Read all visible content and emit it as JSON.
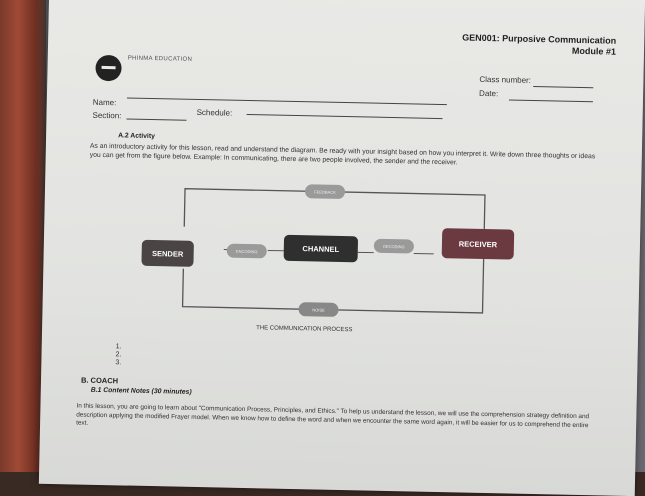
{
  "header": {
    "course": "GEN001: Purposive Communication",
    "module": "Module #1",
    "logo_text": "PHINMA EDUCATION"
  },
  "fields": {
    "class_number": "Class number:",
    "date": "Date:",
    "name": "Name:",
    "section": "Section:",
    "schedule": "Schedule:"
  },
  "activity": {
    "title": "A.2 Activity",
    "instructions": "As an introductory activity for this lesson, read and understand the diagram. Be ready with your insight based on how you interpret it. Write down three thoughts or ideas you can get from the figure below. Example: In communicating, there are two people involved, the sender and the receiver."
  },
  "diagram": {
    "sender": "SENDER",
    "channel": "CHANNEL",
    "receiver": "RECEIVER",
    "feedback": "FEEDBACK",
    "encoding": "ENCODING",
    "decoding": "DECODING",
    "noise": "NOISE",
    "caption": "THE COMMUNICATION PROCESS",
    "colors": {
      "sender": "#4a4444",
      "channel": "#2f2f2f",
      "receiver": "#6a3a40",
      "pill": "#9a9a9a"
    }
  },
  "answers": [
    "1.",
    "2.",
    "3."
  ],
  "coach": {
    "heading": "B.  COACH",
    "subheading": "B.1 Content Notes (30 minutes)",
    "body": "In this lesson, you are going to learn about \"Communication Process, Principles, and Ethics.\" To help us understand the lesson, we will use the comprehension strategy definition and description applying the modified Frayer model. When we know how to define the word and when we encounter the same word again, it will be easier for us to comprehend the entire text."
  }
}
